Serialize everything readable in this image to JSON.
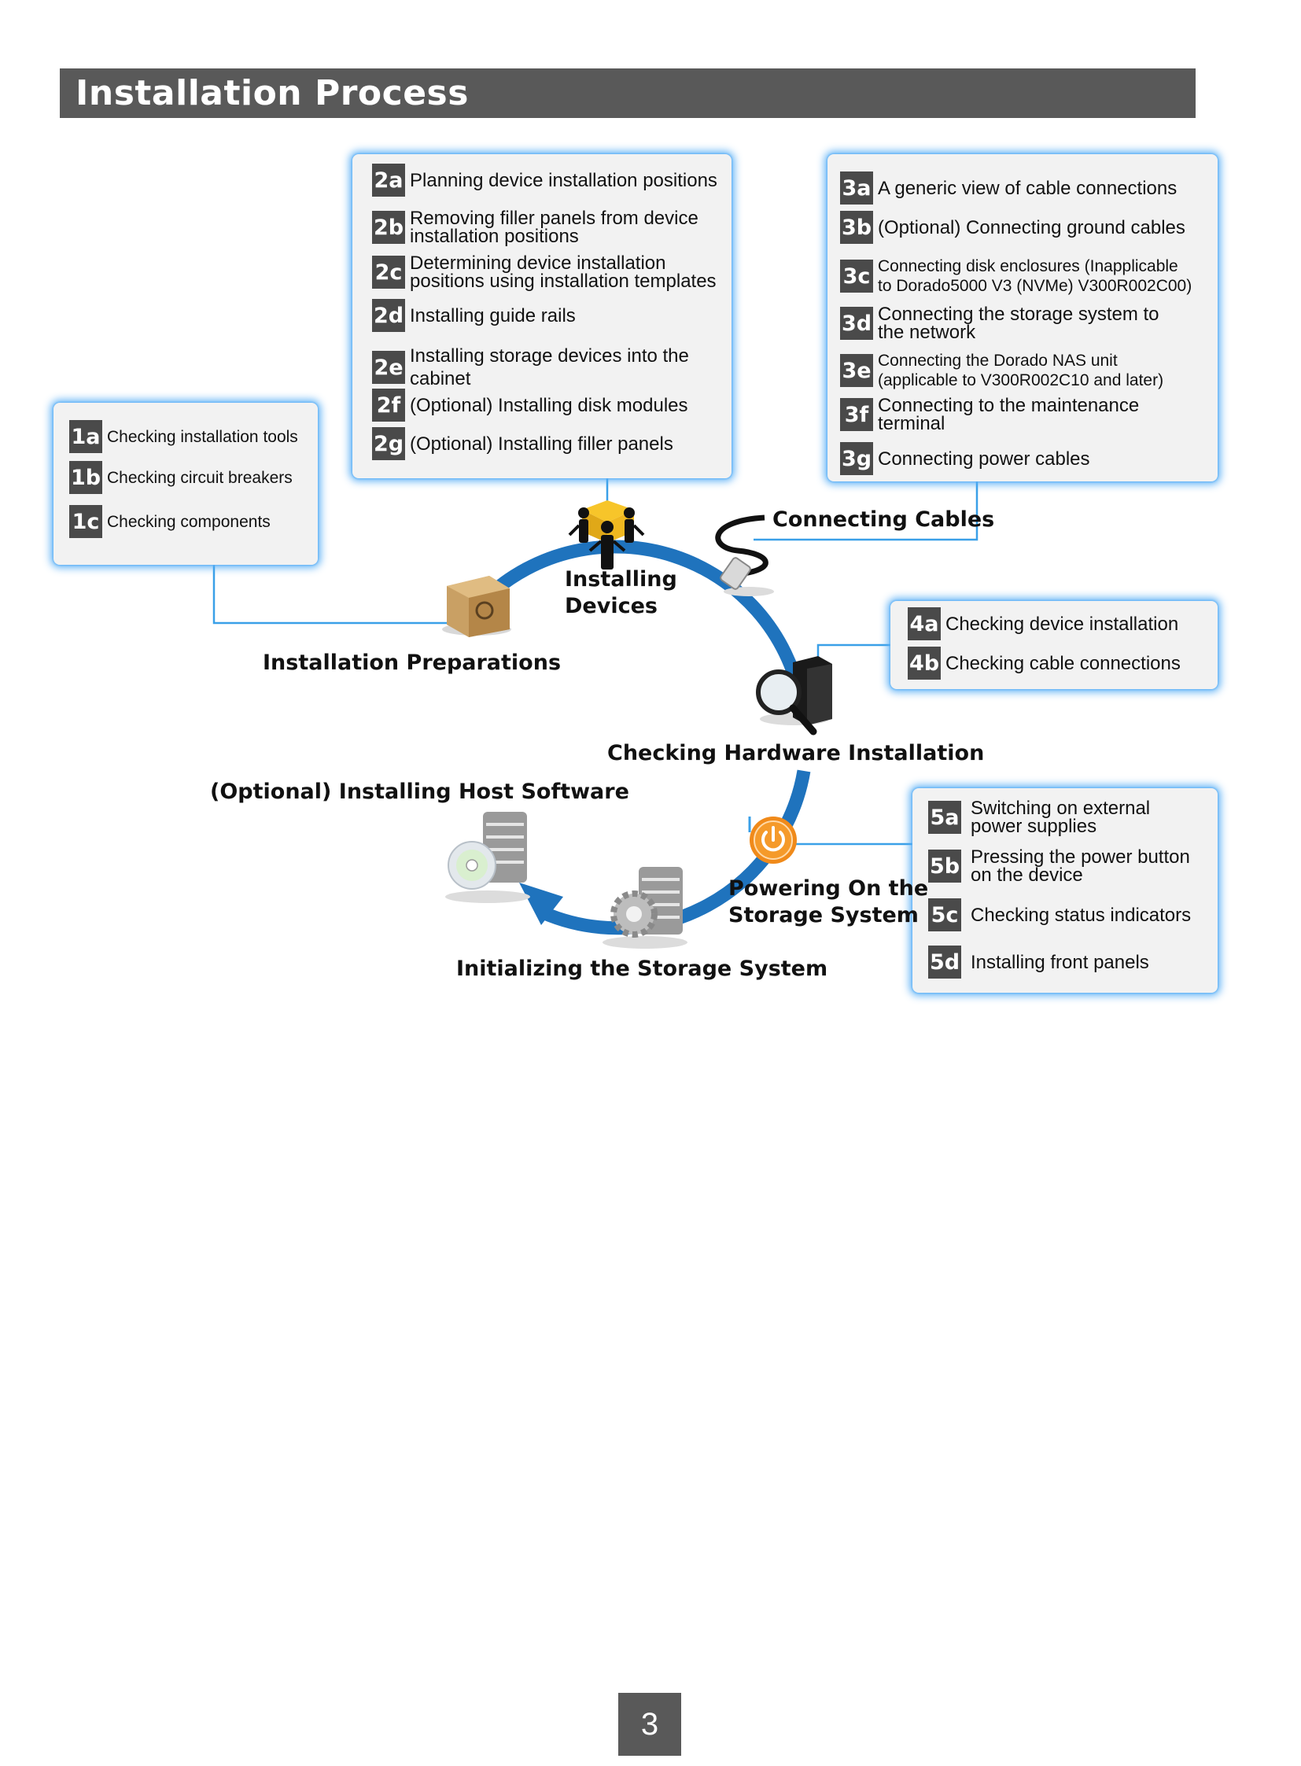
{
  "header": {
    "title": "Installation Process"
  },
  "stages": {
    "preparations": "Installation Preparations",
    "installing_devices_line1": "Installing",
    "installing_devices_line2": "Devices",
    "connecting_cables": "Connecting Cables",
    "checking_hardware": "Checking Hardware Installation",
    "powering_on_line1": "Powering On the",
    "powering_on_line2": "Storage System",
    "initializing": "Initializing the Storage System",
    "host_software": "(Optional) Installing Host Software"
  },
  "panel1": [
    {
      "id": "1a",
      "text": "Checking installation tools"
    },
    {
      "id": "1b",
      "text": "Checking circuit breakers"
    },
    {
      "id": "1c",
      "text": "Checking components"
    }
  ],
  "panel2": [
    {
      "id": "2a",
      "lines": [
        "Planning device installation positions"
      ]
    },
    {
      "id": "2b",
      "lines": [
        "Removing filler panels from device",
        "installation positions"
      ]
    },
    {
      "id": "2c",
      "lines": [
        "Determining device installation",
        "positions using installation templates"
      ]
    },
    {
      "id": "2d",
      "lines": [
        "Installing guide rails"
      ]
    },
    {
      "id": "2e",
      "lines": [
        "Installing storage devices into the",
        "cabinet"
      ]
    },
    {
      "id": "2f",
      "lines": [
        "(Optional) Installing disk modules"
      ]
    },
    {
      "id": "2g",
      "lines": [
        "(Optional) Installing filler panels"
      ]
    }
  ],
  "panel3": [
    {
      "id": "3a",
      "lines": [
        "A generic view of cable connections"
      ]
    },
    {
      "id": "3b",
      "lines": [
        "(Optional) Connecting ground cables"
      ]
    },
    {
      "id": "3c",
      "lines": [
        "Connecting disk enclosures (Inapplicable",
        "to Dorado5000 V3 (NVMe) V300R002C00)"
      ]
    },
    {
      "id": "3d",
      "lines": [
        "Connecting the storage system to",
        "the network"
      ]
    },
    {
      "id": "3e",
      "lines": [
        "Connecting the Dorado NAS unit",
        "(applicable to V300R002C10 and later)"
      ]
    },
    {
      "id": "3f",
      "lines": [
        "Connecting to the maintenance",
        "terminal"
      ]
    },
    {
      "id": "3g",
      "lines": [
        "Connecting power cables"
      ]
    }
  ],
  "panel4": [
    {
      "id": "4a",
      "lines": [
        "Checking device installation"
      ]
    },
    {
      "id": "4b",
      "lines": [
        "Checking cable connections"
      ]
    }
  ],
  "panel5": [
    {
      "id": "5a",
      "lines": [
        "Switching on external",
        "power supplies"
      ]
    },
    {
      "id": "5b",
      "lines": [
        "Pressing the power button",
        "on the device"
      ]
    },
    {
      "id": "5c",
      "lines": [
        "Checking status indicators"
      ]
    },
    {
      "id": "5d",
      "lines": [
        "Installing front panels"
      ]
    }
  ],
  "page_number": "3",
  "colors": {
    "header_bg": "#595959",
    "badge_bg": "#4a4a4a",
    "ring": "#1f73bd",
    "connector": "#3aa0e8",
    "glow": "#5ab0f5",
    "power": "#f08a1a"
  }
}
